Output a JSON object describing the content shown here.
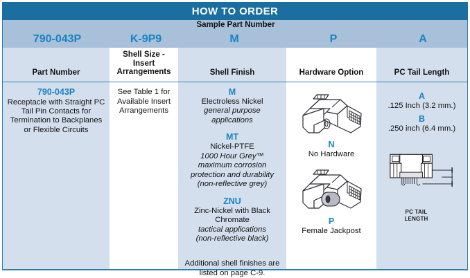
{
  "title": "HOW TO ORDER",
  "sample": {
    "label": "Sample Part Number",
    "codes": [
      "790-043P",
      "K-9P9",
      "M",
      "P",
      "A"
    ]
  },
  "columns": {
    "headers": [
      "Part Number",
      "Shell Size -\nInsert\nArrangements",
      "Shell Finish",
      "Hardware Option",
      "PC Tail Length"
    ],
    "header_1": "Part Number",
    "header_2_line1": "Shell Size -",
    "header_2_line2": "Insert",
    "header_2_line3": "Arrangements",
    "header_3": "Shell Finish",
    "header_4": "Hardware Option",
    "header_5": "PC Tail Length"
  },
  "part_number": {
    "code": "790-043P",
    "description": "Receptacle with Straight PC Tail Pin Contacts for Termination to Backplanes or Flexible Circuits"
  },
  "shell_size": {
    "text": "See Table 1 for Available Insert Arrangements"
  },
  "shell_finish": {
    "options": [
      {
        "code": "M",
        "name": "Electroless Nickel",
        "notes": [
          "general purpose applications"
        ]
      },
      {
        "code": "MT",
        "name": "Nickel-PTFE",
        "notes": [
          "1000 Hour Grey™",
          "maximum corrosion protection and durability",
          "(non-reflective grey)"
        ]
      },
      {
        "code": "ZNU",
        "name": "Zinc-Nickel with Black Chromate",
        "notes": [
          "tactical applications",
          "(non-reflective black)"
        ]
      }
    ],
    "footnote": "Additional shell finishes are listed on page C-9."
  },
  "hardware_option": {
    "options": [
      {
        "code": "N",
        "label": "No Hardware",
        "icon": "connector-no-hardware-image"
      },
      {
        "code": "P",
        "label": "Female Jackpost",
        "icon": "connector-female-jackpost-image"
      }
    ]
  },
  "pc_tail_length": {
    "options": [
      {
        "code": "A",
        "value": ".125 Inch (3.2 mm.)"
      },
      {
        "code": "B",
        "value": ".250 inch (6.4 mm.)"
      }
    ],
    "diagram_label_line1": "PC TAIL",
    "diagram_label_line2": "LENGTH"
  },
  "colors": {
    "title_bar": "#1b6ea0",
    "sample_band": "#a8c0da",
    "panel": "#d4dfed",
    "accent_blue": "#1983c4",
    "border": "#2a7fb0"
  }
}
